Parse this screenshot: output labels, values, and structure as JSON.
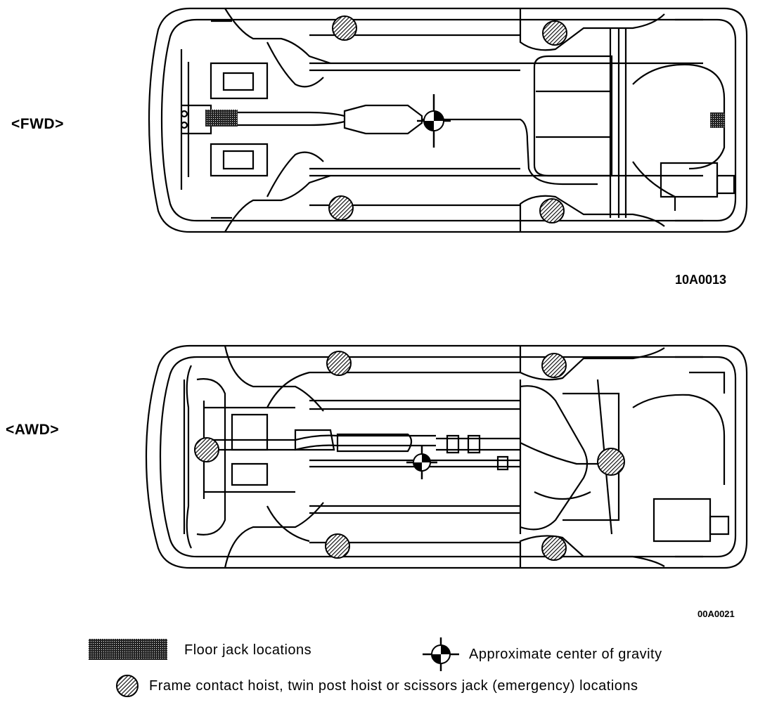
{
  "fwd": {
    "label": "<FWD>",
    "code": "10A0013"
  },
  "awd": {
    "label": "<AWD>",
    "code": "00A0021"
  },
  "legend": {
    "floor_jack": "Floor jack locations",
    "center_gravity": "Approximate center of gravity",
    "frame_contact": "Frame contact hoist, twin post hoist or scissors jack (emergency) locations"
  }
}
